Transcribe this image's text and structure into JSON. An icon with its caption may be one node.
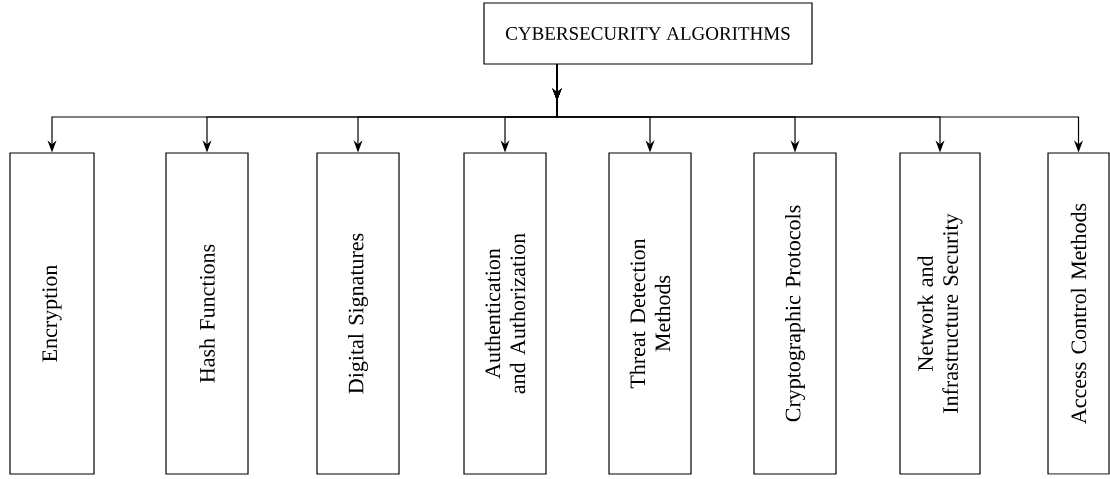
{
  "diagram": {
    "nodes": [
      {
        "text": [
          "CYBERSECURITY ALGORITHMS"
        ]
      },
      {
        "text": [
          "Encryption"
        ]
      },
      {
        "text": [
          "Hash Functions"
        ]
      },
      {
        "text": [
          "Digital Signatures"
        ]
      },
      {
        "text": [
          "Authentication and Authorization"
        ]
      },
      {
        "text": [
          "Threat Detection Methods"
        ]
      },
      {
        "text": [
          "Cryptographic Protocols"
        ]
      },
      {
        "text": [
          "Network and Infrastructure Security"
        ]
      },
      {
        "text": [
          "Access Control Methods"
        ]
      }
    ],
    "edges": [
      {
        "from": 0,
        "to": 1,
        "arrow": "to"
      },
      {
        "from": 0,
        "to": 2,
        "arrow": "to"
      },
      {
        "from": 0,
        "to": 3,
        "arrow": "to"
      },
      {
        "from": 0,
        "to": 4,
        "arrow": "to"
      },
      {
        "from": 0,
        "to": 5,
        "arrow": "to"
      },
      {
        "from": 0,
        "to": 6,
        "arrow": "to"
      },
      {
        "from": 0,
        "to": 7,
        "arrow": "to"
      },
      {
        "from": 0,
        "to": 8,
        "arrow": "to"
      }
    ]
  }
}
